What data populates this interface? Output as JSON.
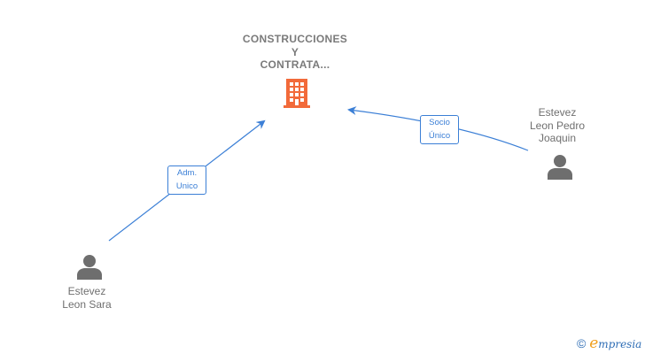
{
  "company": {
    "name_lines": [
      "CONSTRUCCIONES",
      "Y",
      "CONTRATA..."
    ],
    "icon": "building-icon",
    "color": "#f26a3a"
  },
  "persons": [
    {
      "name_lines": [
        "Estevez",
        "Leon Sara"
      ],
      "icon": "person-icon"
    },
    {
      "name_lines": [
        "Estevez",
        "Leon Pedro",
        "Joaquin"
      ],
      "icon": "person-icon"
    }
  ],
  "edges": [
    {
      "from": "Estevez Leon Sara",
      "to": "company",
      "label_lines": [
        "Adm.",
        "Unico"
      ]
    },
    {
      "from": "Estevez Leon Pedro Joaquin",
      "to": "company",
      "label_lines": [
        "Socio",
        "Único"
      ]
    }
  ],
  "colors": {
    "edge": "#3b7fd6",
    "person": "#6e6e6e",
    "text": "#7a7a7a"
  },
  "footer": {
    "copyright_symbol": "©",
    "brand_first": "e",
    "brand_rest": "mpresia"
  }
}
